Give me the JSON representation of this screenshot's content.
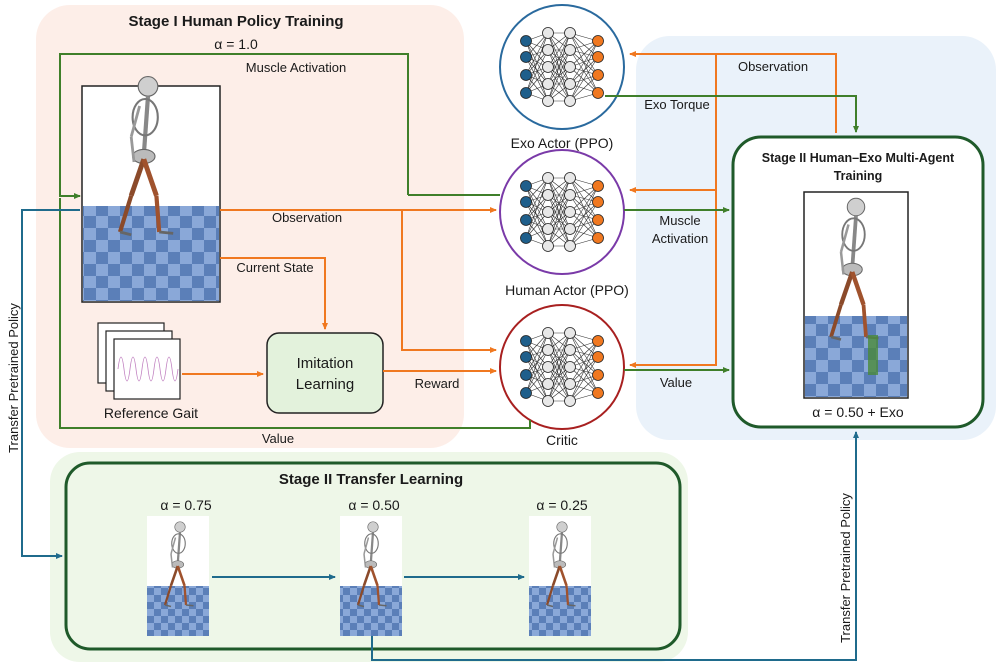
{
  "stage1": {
    "title": "Stage I Human Policy Training",
    "alpha": "α = 1.0"
  },
  "stage2_multi": {
    "title_line1": "Stage II Human–Exo Multi-Agent",
    "title_line2": "Training",
    "alpha": "α = 0.50 + Exo"
  },
  "stage2_transfer": {
    "title": "Stage II Transfer Learning",
    "alphas": [
      "α = 0.75",
      "α = 0.50",
      "α = 0.25"
    ]
  },
  "networks": {
    "exo_actor": "Exo Actor (PPO)",
    "human_actor": "Human Actor (PPO)",
    "critic": "Critic"
  },
  "flows": {
    "muscle_activation_top": "Muscle Activation",
    "observation_left": "Observation",
    "current_state": "Current State",
    "reward": "Reward",
    "value_bottom": "Value",
    "observation_right": "Observation",
    "exo_torque": "Exo Torque",
    "muscle_activation_right_1": "Muscle",
    "muscle_activation_right_2": "Activation",
    "value_right": "Value",
    "transfer_left": "Transfer Pretrained Policy",
    "transfer_right": "Transfer Pretrained Policy"
  },
  "boxes": {
    "imitation_1": "Imitation",
    "imitation_2": "Learning",
    "reference_gait": "Reference Gait"
  },
  "colors": {
    "green": "#3f7f2a",
    "orange": "#f07820",
    "blue": "#1f6b8c",
    "exo_ring": "#2a6a9e",
    "human_ring": "#7a3aa8",
    "critic_ring": "#a82020",
    "stage_border": "#1f5a2a"
  }
}
